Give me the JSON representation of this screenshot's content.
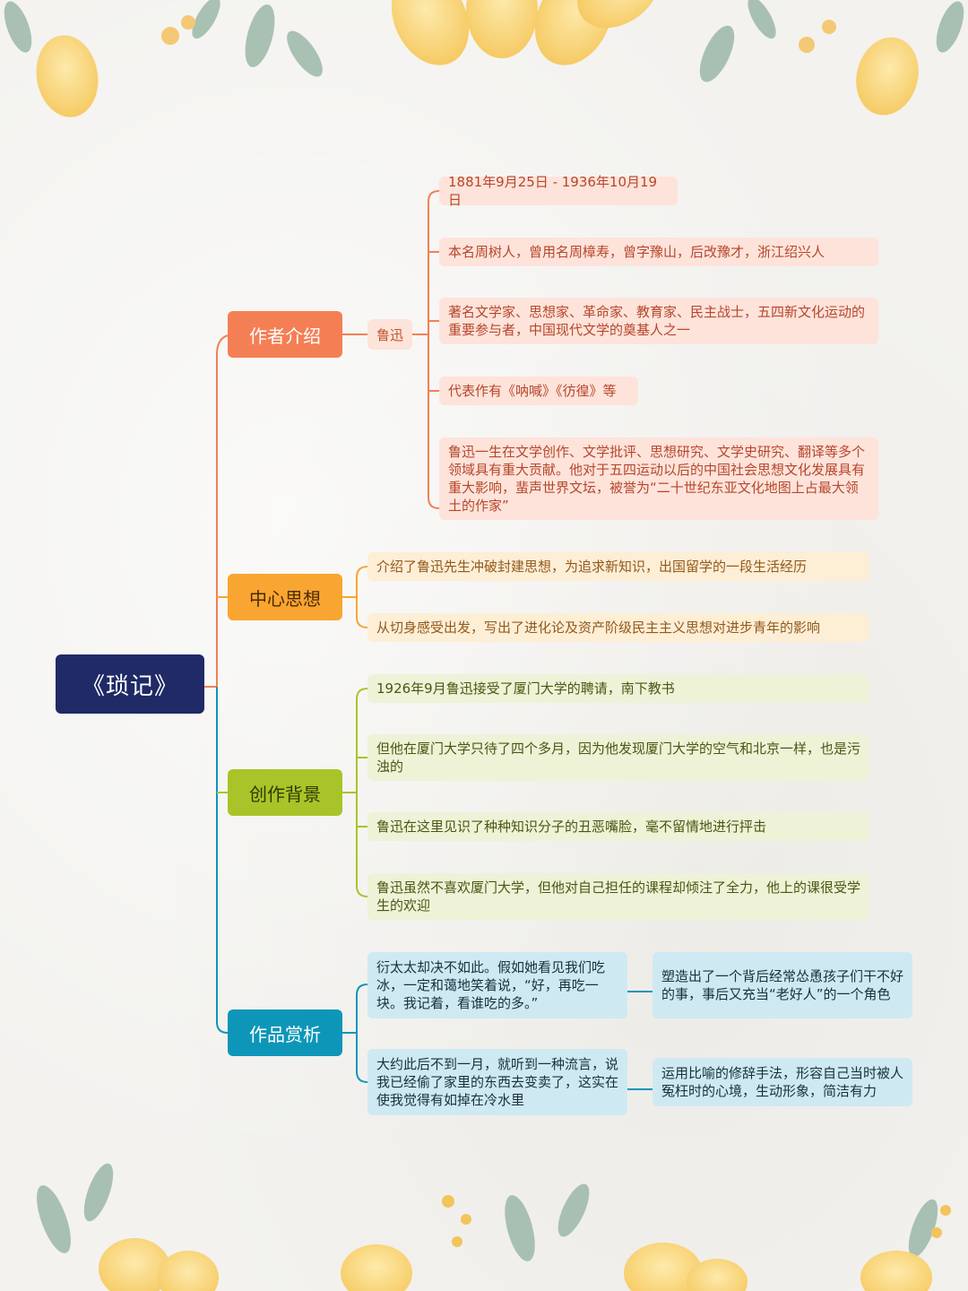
{
  "root": "《琐记》",
  "author": {
    "label": "作者介绍",
    "name": "鲁迅",
    "items": [
      "1881年9月25日 - 1936年10月19日",
      "本名周树人，曾用名周樟寿，曾字豫山，后改豫才，浙江绍兴人",
      "著名文学家、思想家、革命家、教育家、民主战士，五四新文化运动的重要参与者，中国现代文学的奠基人之一",
      "代表作有《呐喊》《彷徨》等",
      "鲁迅一生在文学创作、文学批评、思想研究、文学史研究、翻译等多个领域具有重大贡献。他对于五四运动以后的中国社会思想文化发展具有重大影响，蜚声世界文坛，被誉为“二十世纪东亚文化地图上占最大领土的作家”"
    ]
  },
  "center": {
    "label": "中心思想",
    "items": [
      "介绍了鲁迅先生冲破封建思想，为追求新知识，出国留学的一段生活经历",
      "从切身感受出发，写出了进化论及资产阶级民主主义思想对进步青年的影响"
    ]
  },
  "background": {
    "label": "创作背景",
    "items": [
      "1926年9月鲁迅接受了厦门大学的聘请，南下教书",
      "但他在厦门大学只待了四个多月，因为他发现厦门大学的空气和北京一样，也是污浊的",
      "鲁迅在这里见识了种种知识分子的丑恶嘴脸，毫不留情地进行抨击",
      "鲁迅虽然不喜欢厦门大学，但他对自己担任的课程却倾注了全力，他上的课很受学生的欢迎"
    ]
  },
  "appreciation": {
    "label": "作品赏析",
    "quotes": [
      "衍太太却决不如此。假如她看见我们吃冰，一定和蔼地笑着说，“好，再吃一块。我记着，看谁吃的多。”",
      "大约此后不到一月，就听到一种流言，说我已经偷了家里的东西去变卖了，这实在使我觉得有如掉在冷水里"
    ],
    "notes": [
      "塑造出了一个背后经常怂恿孩子们干不好的事，事后又充当“老好人”的一个角色",
      "运用比喻的修辞手法，形容自己当时被人冤枉时的心境，生动形象，简洁有力"
    ]
  },
  "colors": {
    "root": "#1f2a66",
    "author": "#f47f55",
    "center": "#f9a532",
    "background": "#a9c428",
    "appreciation": "#0e96b8"
  },
  "decor": [
    "yellow-flower",
    "green-leaf",
    "small-yellow-blossom"
  ]
}
